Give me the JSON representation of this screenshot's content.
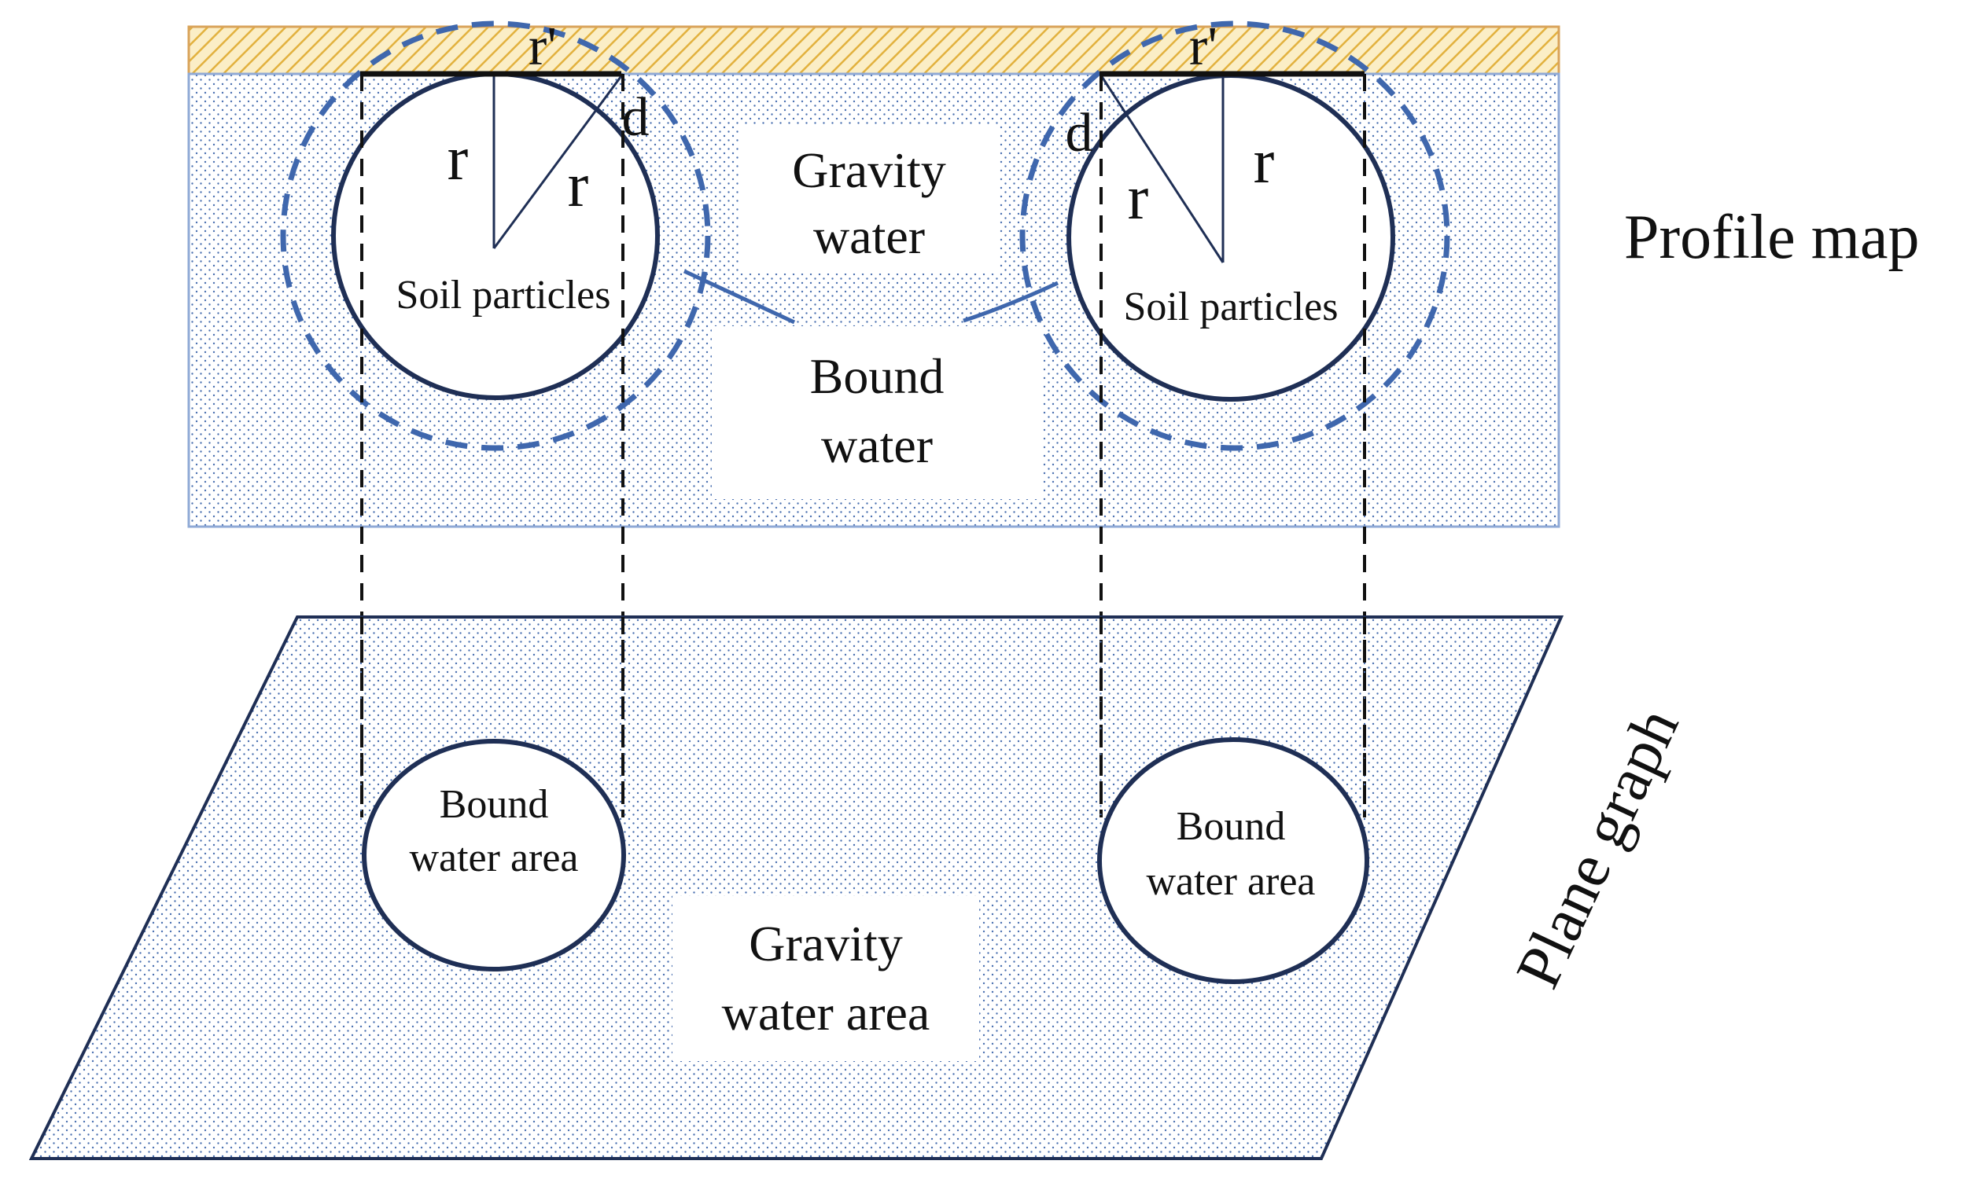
{
  "profile": {
    "title": "Profile map",
    "gravity_water_line1": "Gravity",
    "gravity_water_line2": "water",
    "bound_water_line1": "Bound",
    "bound_water_line2": "water",
    "left_particle": {
      "label": "Soil particles",
      "radius_top_label": "r'",
      "radius_label_a": "r",
      "radius_label_b": "r",
      "thickness_label": "d"
    },
    "right_particle": {
      "label": "Soil particles",
      "radius_top_label": "r'",
      "radius_label_a": "r",
      "radius_label_b": "r",
      "thickness_label": "d"
    }
  },
  "plane": {
    "title": "Plane graph",
    "left_area_line1": "Bound",
    "left_area_line2": "water area",
    "right_area_line1": "Bound",
    "right_area_line2": "water area",
    "gravity_area_line1": "Gravity",
    "gravity_area_line2": "water area"
  },
  "colors": {
    "surface_hatch": "#e8b948",
    "surface_fill": "#fbeec6",
    "dots": "#4a70b0",
    "outline": "#1f2f55",
    "dashed_circle": "#3f67ad",
    "frame_blue": "#8fa9d6"
  }
}
